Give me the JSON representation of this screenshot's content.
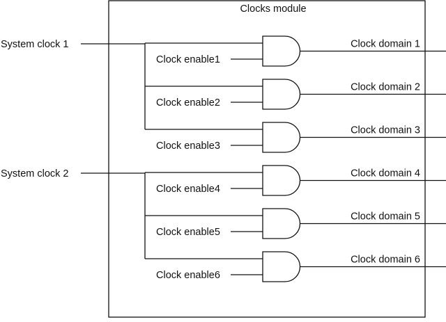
{
  "module_title": "Clocks module",
  "system_clocks": [
    {
      "label": "System clock 1"
    },
    {
      "label": "System clock 2"
    }
  ],
  "gates": [
    {
      "enable": "Clock enable1",
      "domain": "Clock domain 1",
      "clock": 1
    },
    {
      "enable": "Clock enable2",
      "domain": "Clock domain 2",
      "clock": 1
    },
    {
      "enable": "Clock enable3",
      "domain": "Clock domain 3",
      "clock": 1
    },
    {
      "enable": "Clock enable4",
      "domain": "Clock domain 4",
      "clock": 2
    },
    {
      "enable": "Clock enable5",
      "domain": "Clock domain 5",
      "clock": 2
    },
    {
      "enable": "Clock enable6",
      "domain": "Clock domain 6",
      "clock": 2
    }
  ]
}
